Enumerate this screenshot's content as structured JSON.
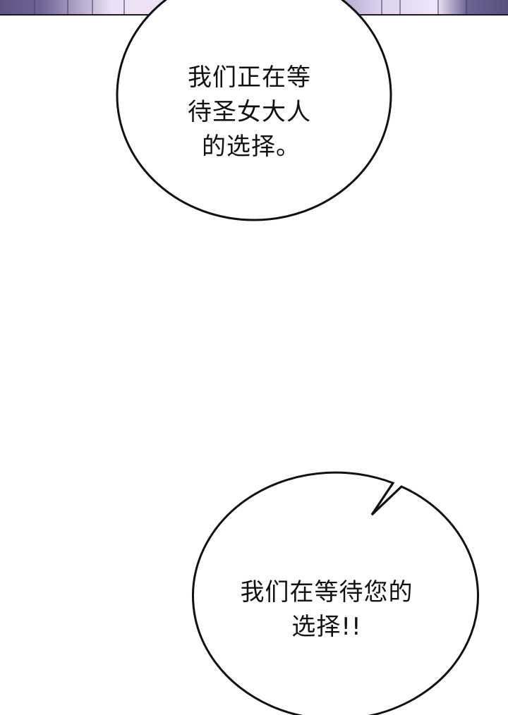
{
  "panel": {
    "top_strip": "purple-hair-art-panel-edge",
    "colors": {
      "background": "#ffffff",
      "outline": "#111111",
      "strip_dark": "#5e5483",
      "strip_light": "#efe4f6"
    }
  },
  "bubbles": [
    {
      "id": "speech-bubble-top",
      "lines": [
        "我们正在等",
        "待圣女大人",
        "的选择。"
      ]
    },
    {
      "id": "speech-bubble-bottom",
      "lines": [
        "我们在等待您的",
        "选择!!"
      ]
    }
  ]
}
